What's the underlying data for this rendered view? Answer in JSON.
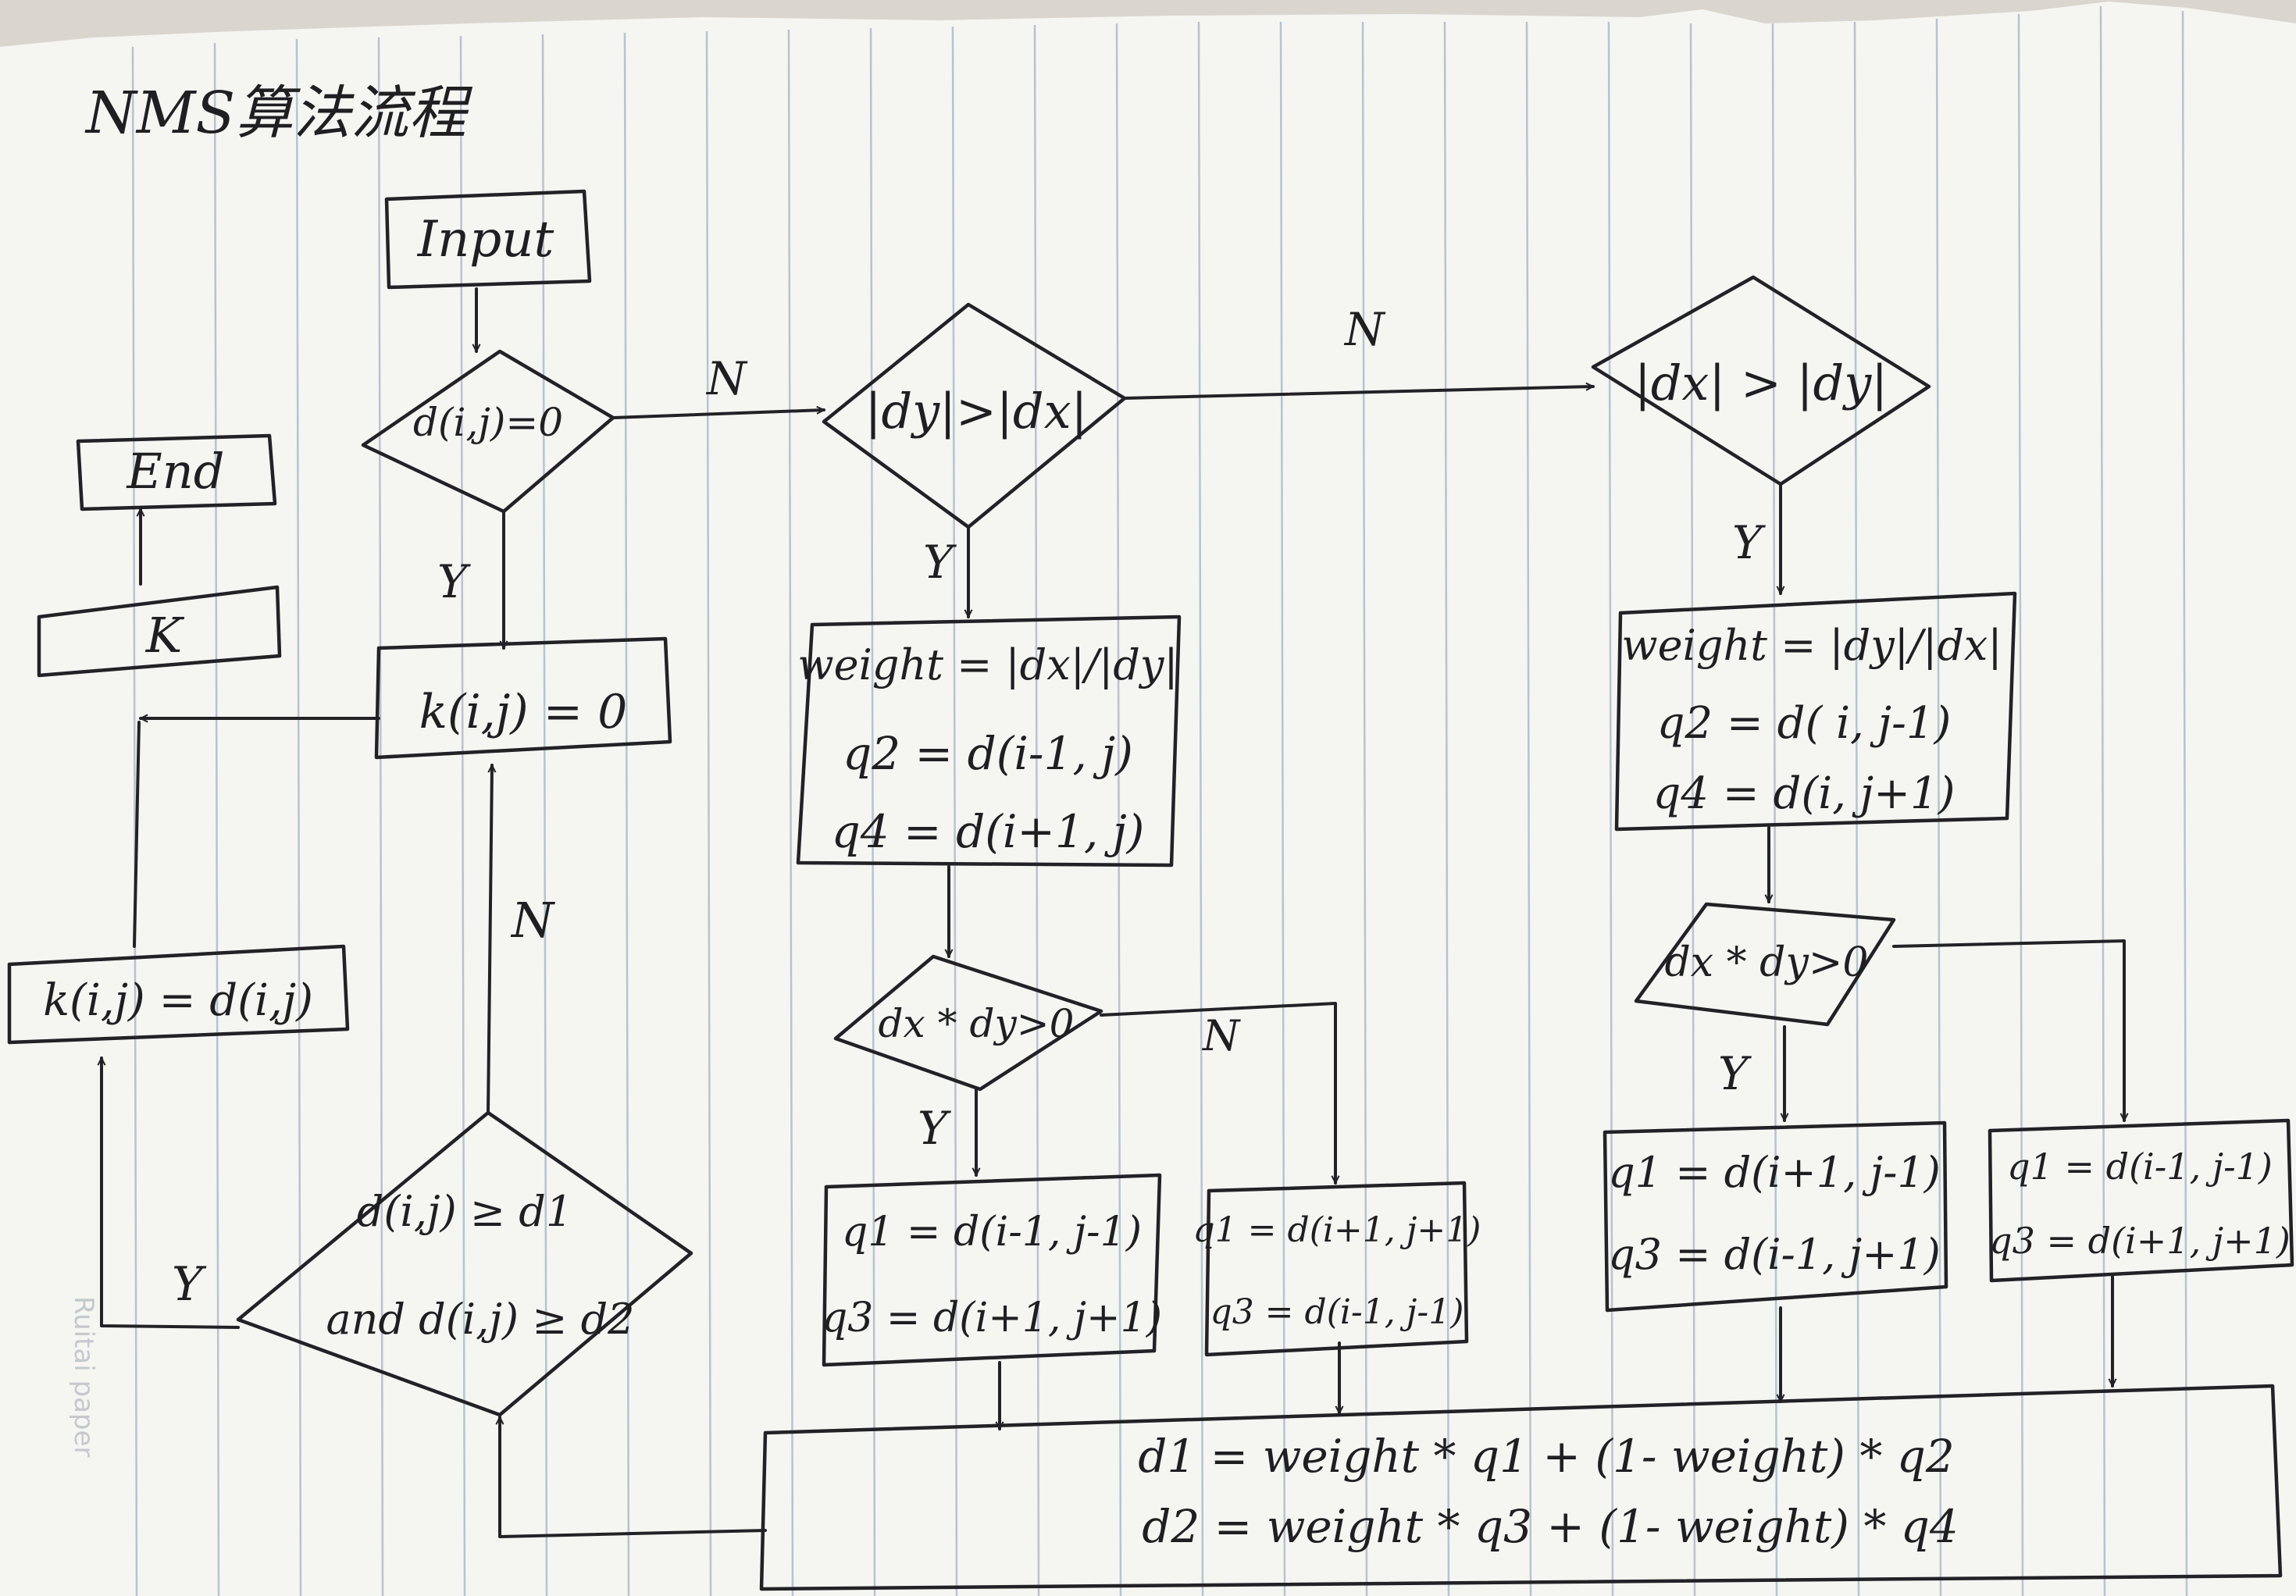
{
  "title": "NMS算法流程",
  "watermark": "Ruitai paper",
  "nodes": {
    "input": "Input",
    "end": "End",
    "k": "K",
    "check_zero": "d(i,j)=0",
    "set_zero": "k(i,j) = 0",
    "set_keep": "k(i,j) = d(i,j)",
    "cmp_dy_dx": "|dy|>|dx|",
    "cmp_dx_dy": "|dx| > |dy|",
    "left_weight": {
      "line1": "weight = |dx|/|dy|",
      "line2": "q2 = d(i-1, j)",
      "line3": "q4 = d(i+1, j)"
    },
    "right_weight": {
      "line1": "weight = |dy|/|dx|",
      "line2": "q2 = d( i, j-1)",
      "line3": "q4 = d(i, j+1)"
    },
    "left_sign": "dx * dy>0",
    "right_sign": "dx * dy>0",
    "left_y": {
      "line1": "q1 = d(i-1, j-1)",
      "line2": "q3 = d(i+1, j+1)"
    },
    "left_n": {
      "line1": "q1 = d(i+1, j+1)",
      "line2": "q3 = d(i-1, j-1)"
    },
    "right_y": {
      "line1": "q1 = d(i+1, j-1)",
      "line2": "q3 = d(i-1, j+1)"
    },
    "right_n": {
      "line1": "q1 = d(i-1, j-1)",
      "line2": "q3 = d(i+1, j+1)"
    },
    "interp": {
      "line1": "d1 = weight * q1 + (1- weight) * q2",
      "line2": "d2 = weight * q3 + (1- weight) * q4"
    },
    "compare": {
      "line1": "d(i,j) ≥ d1",
      "line2": "and d(i,j) ≥ d2"
    }
  },
  "edge_labels": {
    "zero_no": "N",
    "zero_yes": "Y",
    "dydx_no": "N",
    "dydx_yes": "Y",
    "dxdy_yes": "Y",
    "left_sign_yes": "Y",
    "left_sign_no": "N",
    "right_sign_yes": "Y",
    "compare_no": "N",
    "compare_yes": "Y"
  }
}
